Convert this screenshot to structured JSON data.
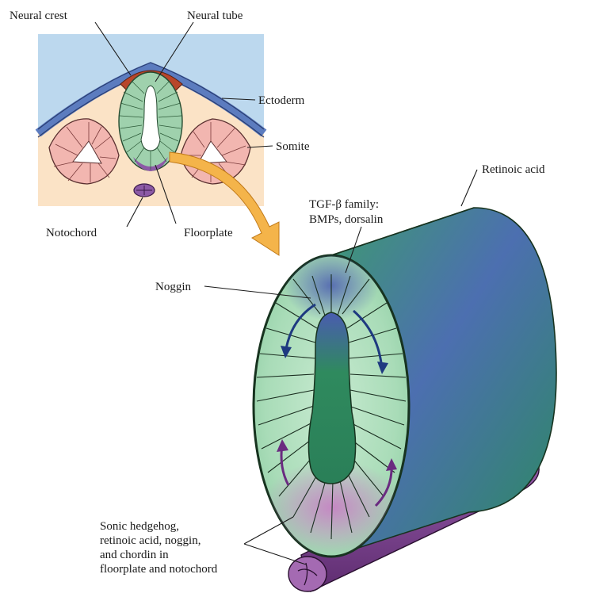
{
  "labels": {
    "neural_crest": "Neural crest",
    "neural_tube": "Neural tube",
    "ectoderm": "Ectoderm",
    "somite": "Somite",
    "notochord": "Notochord",
    "floorplate": "Floorplate",
    "retinoic_acid": "Retinoic acid",
    "tgf_line1": "TGF-β family:",
    "tgf_line2": "BMPs, dorsalin",
    "noggin": "Noggin",
    "sonic_line1": "Sonic hedgehog,",
    "sonic_line2": "retinoic acid, noggin,",
    "sonic_line3": "and chordin in",
    "sonic_line4": "floorplate and notochord"
  },
  "colors": {
    "background_panel": "#bcd8ee",
    "ectoderm": "#6e8fc6",
    "mesoderm": "#fbe3c6",
    "somite": "#f2b6b0",
    "neural_crest": "#b8462a",
    "neural_tube": "#9fd1ad",
    "floorplate": "#8c5aa6",
    "cylinder_green": "#2f8a62",
    "cylinder_blue": "#4a56a8",
    "notochord_purple": "#7a3f8c",
    "arrow_orange": "#f4b44a"
  }
}
